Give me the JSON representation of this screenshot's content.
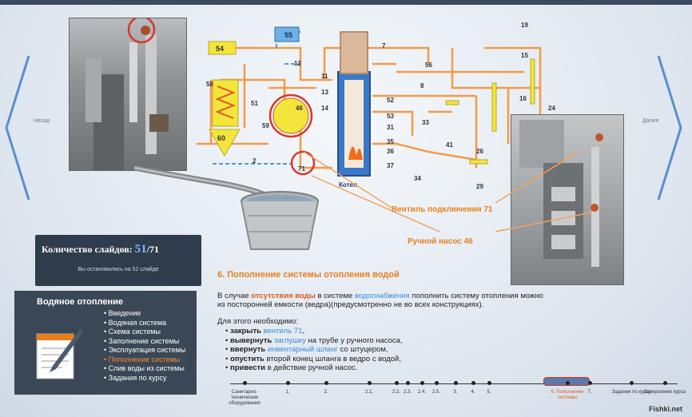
{
  "nav": {
    "prev_label": "Назад",
    "next_label": "Далее"
  },
  "diagram": {
    "labels": [
      "54",
      "55",
      "58",
      "51",
      "60",
      "59",
      "46",
      "2",
      "71",
      "12",
      "11",
      "13",
      "14",
      "52",
      "53",
      "31",
      "35",
      "36",
      "37",
      "34",
      "33",
      "41",
      "26",
      "29",
      "8",
      "7",
      "56",
      "19",
      "15",
      "16",
      "24"
    ],
    "boiler_label": "Котел"
  },
  "callouts": {
    "valve": "Вентиль подключения 71",
    "pump": "Ручной насос 46"
  },
  "slide_counter": {
    "label": "Количество слайдов:",
    "current": "51",
    "total": "/71",
    "note": "Вы остановились на 52 слайде"
  },
  "menu": {
    "title": "Водяное отопление",
    "items": [
      {
        "label": "Введение",
        "active": false
      },
      {
        "label": "Водяная система",
        "active": false
      },
      {
        "label": "Схема системы",
        "active": false
      },
      {
        "label": "Заполнение системы",
        "active": false
      },
      {
        "label": "Эксплуатация системы",
        "active": false
      },
      {
        "label": "Пополнение системы",
        "active": true
      },
      {
        "label": "Слив воды из системы",
        "active": false
      },
      {
        "label": "Задания по курсу",
        "active": false
      }
    ]
  },
  "section": {
    "heading": "6. Пополнение системы отопления водой",
    "p1_a": "В случае ",
    "p1_hl1": "отсутствия воды",
    "p1_b": " в системе ",
    "p1_hl2": "водоснабжения",
    "p1_c": " пополнить систему отопления можно из посторонней емкости (ведра)(предусмотренно не во всех конструкциях).",
    "p2": "Для этого необходимо:",
    "steps": [
      {
        "verb": "закрыть",
        "link": "вентиль 71",
        "rest": ","
      },
      {
        "verb": "вывернуть",
        "link": "заглушку",
        "rest": " на трубе у ручного насоса,"
      },
      {
        "verb": "ввернуть",
        "link": "инвентарный шланг",
        "rest": " со штуцером,"
      },
      {
        "verb": "опустить",
        "link": "",
        "rest": " второй конец шланга в ведро с водой,"
      },
      {
        "verb": "привести",
        "link": "",
        "rest": " в действие ручной насос."
      }
    ]
  },
  "timeline": {
    "items": [
      {
        "label": "Санитарно-технические оборудования",
        "active": false
      },
      {
        "label": "1.",
        "active": false
      },
      {
        "label": "2.",
        "active": false
      },
      {
        "label": "2.1.",
        "active": false
      },
      {
        "label": "2.2.",
        "active": false
      },
      {
        "label": "2.3.",
        "active": false
      },
      {
        "label": "2.4.",
        "active": false
      },
      {
        "label": "2.5.",
        "active": false
      },
      {
        "label": "3.",
        "active": false
      },
      {
        "label": "4.",
        "active": false
      },
      {
        "label": "5.",
        "active": false
      },
      {
        "label": "6. Пополнение системы",
        "active": true
      },
      {
        "label": "7.",
        "active": false
      },
      {
        "label": "Задания по курсу",
        "active": false
      },
      {
        "label": "Завершение курса",
        "active": false
      }
    ]
  },
  "watermark": "Fishki.net",
  "colors": {
    "accent": "#e87f1a",
    "pipe_orange": "#f29a4a",
    "pipe_blue": "#4a9ad8",
    "panel_dark": "#2f3c4b"
  }
}
